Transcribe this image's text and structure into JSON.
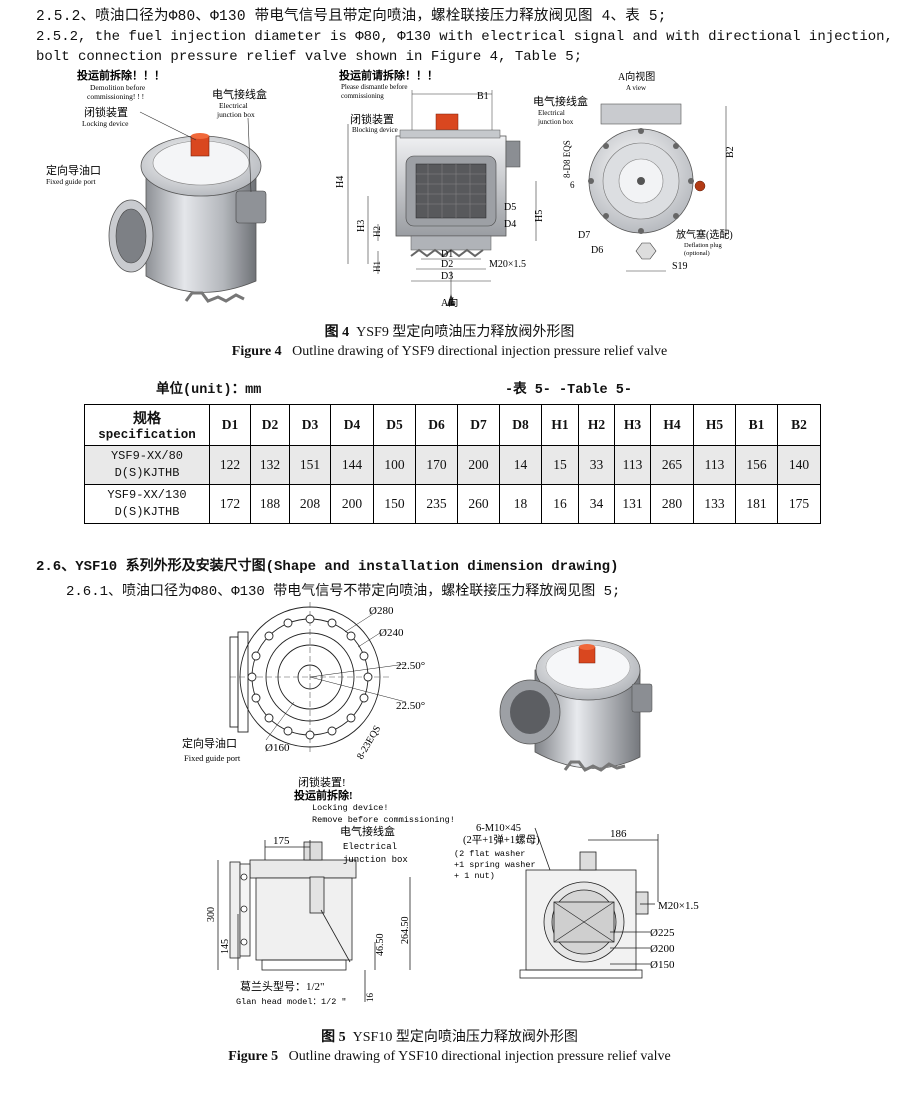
{
  "para_252_cn": "2.5.2、喷油口径为Φ80、Φ130 带电气信号且带定向喷油，螺栓联接压力释放阀见图 4、表 5;",
  "para_252_en_line1": "2.5.2, the fuel injection diameter is Φ80, Φ130 with electrical signal and with directional injection,",
  "para_252_en_line2": "bolt connection pressure relief valve shown in Figure 4, Table 5;",
  "figure4": {
    "left_view": {
      "warn_cn": "投运前拆除！！！",
      "warn_en1": "Demolition before",
      "warn_en2": "commissioning! ! !",
      "junction_cn": "电气接线盒",
      "junction_en1": "Electrical",
      "junction_en2": "junction box",
      "lock_cn": "闭锁装置",
      "lock_en": "Locking device",
      "guide_cn": "定向导油口",
      "guide_en": "Fixed guide port"
    },
    "front_view": {
      "warn_cn": "投运前请拆除！！！",
      "warn_en1": "Please dismantle before",
      "warn_en2": "commissioning",
      "junction_cn": "电气接线盒",
      "junction_en1": "Electrical",
      "junction_en2": "junction box",
      "lock_cn": "闭锁装置",
      "lock_en": "Blocking device",
      "dims": [
        "B1",
        "H4",
        "H3",
        "H2",
        "H1",
        "D1",
        "D2",
        "D3",
        "D4",
        "D5",
        "H5",
        "M20×1.5"
      ],
      "a_dir": "A向"
    },
    "a_view": {
      "title_cn": "A向视图",
      "title_en": "A view",
      "bolts": "8-D8 EQS",
      "dims": [
        "B2",
        "6",
        "D7",
        "D6",
        "S19"
      ],
      "plug_cn": "放气塞(选配)",
      "plug_en1": "Deflation plug",
      "plug_en2": "(optional)"
    },
    "caption_cn_num": "图 4",
    "caption_cn": "YSF9 型定向喷油压力释放阀外形图",
    "caption_en_num": "Figure 4",
    "caption_en": "Outline drawing of YSF9 directional injection pressure relief valve"
  },
  "table5": {
    "unit": "单位(unit)：mm",
    "label": "-表 5-  -Table 5-",
    "head_cn": "规格",
    "head_en": "specification",
    "columns": [
      "D1",
      "D2",
      "D3",
      "D4",
      "D5",
      "D6",
      "D7",
      "D8",
      "H1",
      "H2",
      "H3",
      "H4",
      "H5",
      "B1",
      "B2"
    ],
    "rows": [
      {
        "spec1": "YSF9-XX/80",
        "spec2": "D(S)KJTHB",
        "values": [
          "122",
          "132",
          "151",
          "144",
          "100",
          "170",
          "200",
          "14",
          "15",
          "33",
          "113",
          "265",
          "113",
          "156",
          "140"
        ]
      },
      {
        "spec1": "YSF9-XX/130",
        "spec2": "D(S)KJTHB",
        "values": [
          "172",
          "188",
          "208",
          "200",
          "150",
          "235",
          "260",
          "18",
          "16",
          "34",
          "131",
          "280",
          "133",
          "181",
          "175"
        ]
      }
    ]
  },
  "section_26": "2.6、YSF10 系列外形及安装尺寸图(Shape and installation dimension drawing)",
  "para_261": "2.6.1、喷油口径为Φ80、Φ130 带电气信号不带定向喷油，螺栓联接压力释放阀见图 5;",
  "figure5": {
    "top_view": {
      "d280": "Ø280",
      "d240": "Ø240",
      "a1": "22.50°",
      "a2": "22.50°",
      "d160": "Ø160",
      "eqs": "8-23EQS",
      "guide_cn": "定向导油口",
      "guide_en": "Fixed guide port"
    },
    "side_view": {
      "lock_cn1": "闭锁装置!",
      "lock_cn2": "投运前拆除!",
      "lock_en1": "Locking device!",
      "lock_en2": "Remove before commissioning!",
      "dim175": "175",
      "junction_cn": "电气接线盒",
      "junction_en1": "Electrical",
      "junction_en2": "junction box",
      "dim300": "300",
      "dim145": "145",
      "dim46": "46.50",
      "dim264": "264.50",
      "dim16": "16",
      "gland_cn": "葛兰头型号：1/2\"",
      "gland_en": "Glan head model：1/2 \""
    },
    "front_view": {
      "bolt1": "6-M10×45",
      "bolt2": "(2平+1弹+1螺母)",
      "bolt3": "(2 flat washer",
      "bolt4": "+1 spring washer",
      "bolt5": "+ 1 nut)",
      "dim186": "186",
      "m20": "M20×1.5",
      "d225": "Ø225",
      "d200": "Ø200",
      "d150": "Ø150"
    },
    "caption_cn_num": "图 5",
    "caption_cn": "YSF10 型定向喷油压力释放阀外形图",
    "caption_en_num": "Figure 5",
    "caption_en": "Outline drawing of YSF10 directional injection pressure relief valve"
  }
}
